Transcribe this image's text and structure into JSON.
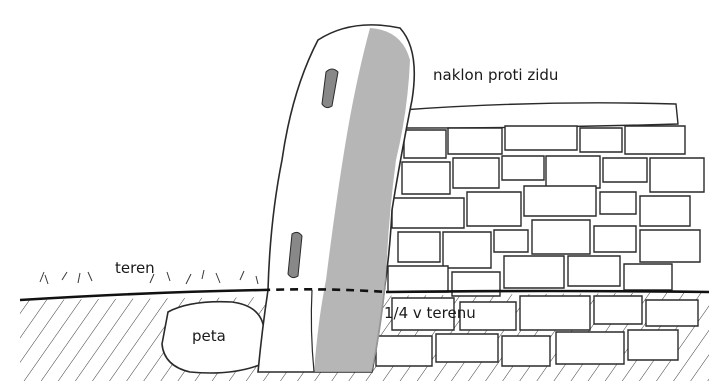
{
  "labels": {
    "lean_against_wall": "naklon proti zidu",
    "ground": "teren",
    "quarter_in_ground": "1/4 v terenu",
    "foot_stone": "peta"
  },
  "colors": {
    "ink": "#1a1a1a",
    "stone_shade": "#a9a9a9",
    "background": "#ffffff"
  }
}
